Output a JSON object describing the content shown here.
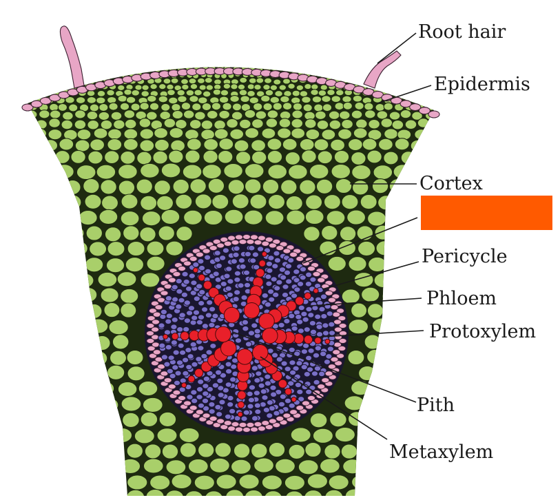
{
  "figure": {
    "labels": {
      "root_hair": "Root  hair",
      "epidermis": "Epidermis",
      "cortex": "Cortex",
      "pericycle": "Pericycle",
      "phloem": "Phloem",
      "protoxylem": "Protoxylem",
      "pith": "Pith",
      "metaxylem": "Metaxylem"
    },
    "redaction_box_color": "#ff5a00",
    "colors": {
      "cortex": "#a9cf6a",
      "epidermis": "#e8a6c6",
      "stele": "#7a70c8",
      "xylem": "#e8202a"
    }
  }
}
